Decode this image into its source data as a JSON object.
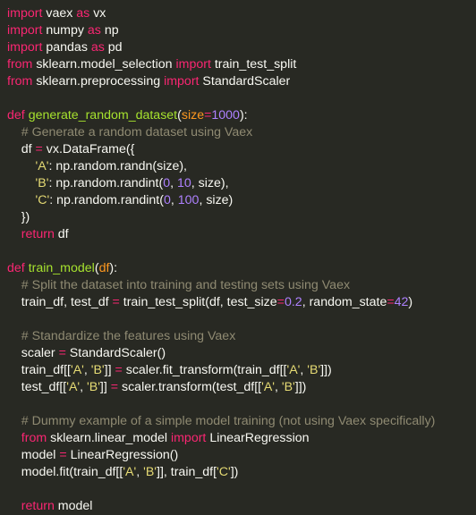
{
  "theme": {
    "background": "#282923",
    "text": "#f8f8f2",
    "keyword": "#f92672",
    "function": "#a6e22e",
    "comment": "#8f8a72",
    "string": "#e6db74",
    "number": "#ae81ff",
    "parameter": "#fd971f"
  },
  "code_lines": [
    [
      {
        "t": "kw",
        "v": "import"
      },
      {
        "t": "tx",
        "v": " vaex "
      },
      {
        "t": "kw",
        "v": "as"
      },
      {
        "t": "tx",
        "v": " vx"
      }
    ],
    [
      {
        "t": "kw",
        "v": "import"
      },
      {
        "t": "tx",
        "v": " numpy "
      },
      {
        "t": "kw",
        "v": "as"
      },
      {
        "t": "tx",
        "v": " np"
      }
    ],
    [
      {
        "t": "kw",
        "v": "import"
      },
      {
        "t": "tx",
        "v": " pandas "
      },
      {
        "t": "kw",
        "v": "as"
      },
      {
        "t": "tx",
        "v": " pd"
      }
    ],
    [
      {
        "t": "kw",
        "v": "from"
      },
      {
        "t": "tx",
        "v": " sklearn.model_selection "
      },
      {
        "t": "kw",
        "v": "import"
      },
      {
        "t": "tx",
        "v": " train_test_split"
      }
    ],
    [
      {
        "t": "kw",
        "v": "from"
      },
      {
        "t": "tx",
        "v": " sklearn.preprocessing "
      },
      {
        "t": "kw",
        "v": "import"
      },
      {
        "t": "tx",
        "v": " StandardScaler"
      }
    ],
    [],
    [
      {
        "t": "kw",
        "v": "def"
      },
      {
        "t": "tx",
        "v": " "
      },
      {
        "t": "fn",
        "v": "generate_random_dataset"
      },
      {
        "t": "tx",
        "v": "("
      },
      {
        "t": "pr",
        "v": "size"
      },
      {
        "t": "kw",
        "v": "="
      },
      {
        "t": "nm",
        "v": "1000"
      },
      {
        "t": "tx",
        "v": "):"
      }
    ],
    [
      {
        "t": "tx",
        "v": "    "
      },
      {
        "t": "cm",
        "v": "# Generate a random dataset using Vaex"
      }
    ],
    [
      {
        "t": "tx",
        "v": "    df "
      },
      {
        "t": "kw",
        "v": "="
      },
      {
        "t": "tx",
        "v": " vx.DataFrame({"
      }
    ],
    [
      {
        "t": "tx",
        "v": "        "
      },
      {
        "t": "st",
        "v": "'A'"
      },
      {
        "t": "tx",
        "v": ": np.random.randn(size),"
      }
    ],
    [
      {
        "t": "tx",
        "v": "        "
      },
      {
        "t": "st",
        "v": "'B'"
      },
      {
        "t": "tx",
        "v": ": np.random.randint("
      },
      {
        "t": "nm",
        "v": "0"
      },
      {
        "t": "tx",
        "v": ", "
      },
      {
        "t": "nm",
        "v": "10"
      },
      {
        "t": "tx",
        "v": ", size),"
      }
    ],
    [
      {
        "t": "tx",
        "v": "        "
      },
      {
        "t": "st",
        "v": "'C'"
      },
      {
        "t": "tx",
        "v": ": np.random.randint("
      },
      {
        "t": "nm",
        "v": "0"
      },
      {
        "t": "tx",
        "v": ", "
      },
      {
        "t": "nm",
        "v": "100"
      },
      {
        "t": "tx",
        "v": ", size)"
      }
    ],
    [
      {
        "t": "tx",
        "v": "    })"
      }
    ],
    [
      {
        "t": "tx",
        "v": "    "
      },
      {
        "t": "kw",
        "v": "return"
      },
      {
        "t": "tx",
        "v": " df"
      }
    ],
    [],
    [
      {
        "t": "kw",
        "v": "def"
      },
      {
        "t": "tx",
        "v": " "
      },
      {
        "t": "fn",
        "v": "train_model"
      },
      {
        "t": "tx",
        "v": "("
      },
      {
        "t": "pr",
        "v": "df"
      },
      {
        "t": "tx",
        "v": "):"
      }
    ],
    [
      {
        "t": "tx",
        "v": "    "
      },
      {
        "t": "cm",
        "v": "# Split the dataset into training and testing sets using Vaex"
      }
    ],
    [
      {
        "t": "tx",
        "v": "    train_df, test_df "
      },
      {
        "t": "kw",
        "v": "="
      },
      {
        "t": "tx",
        "v": " train_test_split(df, test_size"
      },
      {
        "t": "kw",
        "v": "="
      },
      {
        "t": "nm",
        "v": "0.2"
      },
      {
        "t": "tx",
        "v": ", random_state"
      },
      {
        "t": "kw",
        "v": "="
      },
      {
        "t": "nm",
        "v": "42"
      },
      {
        "t": "tx",
        "v": ")"
      }
    ],
    [],
    [
      {
        "t": "tx",
        "v": "    "
      },
      {
        "t": "cm",
        "v": "# Standardize the features using Vaex"
      }
    ],
    [
      {
        "t": "tx",
        "v": "    scaler "
      },
      {
        "t": "kw",
        "v": "="
      },
      {
        "t": "tx",
        "v": " StandardScaler()"
      }
    ],
    [
      {
        "t": "tx",
        "v": "    train_df[["
      },
      {
        "t": "st",
        "v": "'A'"
      },
      {
        "t": "tx",
        "v": ", "
      },
      {
        "t": "st",
        "v": "'B'"
      },
      {
        "t": "tx",
        "v": "]] "
      },
      {
        "t": "kw",
        "v": "="
      },
      {
        "t": "tx",
        "v": " scaler.fit_transform(train_df[["
      },
      {
        "t": "st",
        "v": "'A'"
      },
      {
        "t": "tx",
        "v": ", "
      },
      {
        "t": "st",
        "v": "'B'"
      },
      {
        "t": "tx",
        "v": "]])"
      }
    ],
    [
      {
        "t": "tx",
        "v": "    test_df[["
      },
      {
        "t": "st",
        "v": "'A'"
      },
      {
        "t": "tx",
        "v": ", "
      },
      {
        "t": "st",
        "v": "'B'"
      },
      {
        "t": "tx",
        "v": "]] "
      },
      {
        "t": "kw",
        "v": "="
      },
      {
        "t": "tx",
        "v": " scaler.transform(test_df[["
      },
      {
        "t": "st",
        "v": "'A'"
      },
      {
        "t": "tx",
        "v": ", "
      },
      {
        "t": "st",
        "v": "'B'"
      },
      {
        "t": "tx",
        "v": "]])"
      }
    ],
    [],
    [
      {
        "t": "tx",
        "v": "    "
      },
      {
        "t": "cm",
        "v": "# Dummy example of a simple model training (not using Vaex specifically)"
      }
    ],
    [
      {
        "t": "tx",
        "v": "    "
      },
      {
        "t": "kw",
        "v": "from"
      },
      {
        "t": "tx",
        "v": " sklearn.linear_model "
      },
      {
        "t": "kw",
        "v": "import"
      },
      {
        "t": "tx",
        "v": " LinearRegression"
      }
    ],
    [
      {
        "t": "tx",
        "v": "    model "
      },
      {
        "t": "kw",
        "v": "="
      },
      {
        "t": "tx",
        "v": " LinearRegression()"
      }
    ],
    [
      {
        "t": "tx",
        "v": "    model.fit(train_df[["
      },
      {
        "t": "st",
        "v": "'A'"
      },
      {
        "t": "tx",
        "v": ", "
      },
      {
        "t": "st",
        "v": "'B'"
      },
      {
        "t": "tx",
        "v": "]], train_df["
      },
      {
        "t": "st",
        "v": "'C'"
      },
      {
        "t": "tx",
        "v": "])"
      }
    ],
    [],
    [
      {
        "t": "tx",
        "v": "    "
      },
      {
        "t": "kw",
        "v": "return"
      },
      {
        "t": "tx",
        "v": " model"
      }
    ]
  ]
}
